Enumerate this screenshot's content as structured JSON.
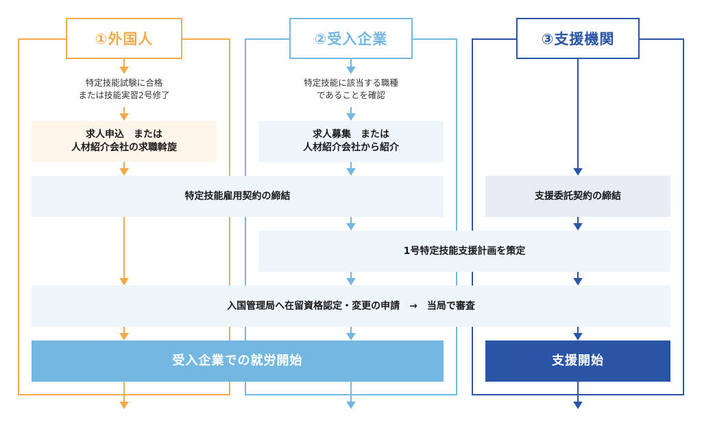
{
  "columns": {
    "foreigner": {
      "title": "①外国人",
      "color": "#f2a94a"
    },
    "company": {
      "title": "②受入企業",
      "color": "#74b7e0"
    },
    "support_org": {
      "title": "③支援機関",
      "color": "#2a55a5"
    }
  },
  "notes": {
    "foreigner": "特定技能試験に合格\nまたは技能実習2号修了",
    "company": "特定技能に該当する職種\nであることを確認"
  },
  "boxes": {
    "foreigner_apply": "求人申込　または\n人材紹介会社の求職斡旋",
    "company_recruit": "求人募集　または\n人材紹介会社から紹介",
    "employment_contract": "特定技能雇用契約の締結",
    "support_contract": "支援委託契約の締結",
    "support_plan": "1号特定技能支援計画を策定",
    "immigration": "入国管理局へ在留資格認定・変更の申請　→　当局で審査",
    "work_start": "受入企業での就労開始",
    "support_start": "支援開始"
  },
  "colors": {
    "light_orange_bg": "#fdf4ea",
    "light_blue_bg": "#eef5fb",
    "light_navy_bg": "#e8ecf5",
    "work_start_bg": "#74b7e0",
    "support_start_bg": "#2a55a5"
  }
}
